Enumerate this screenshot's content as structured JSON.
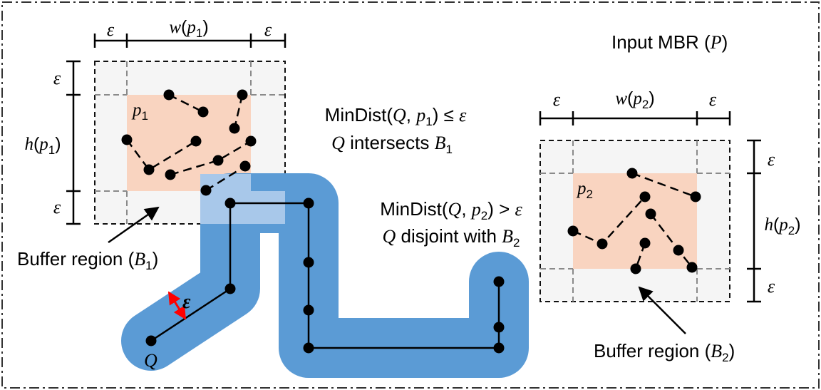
{
  "colors": {
    "buffer_fill": "#f5f5f5",
    "mbr_fill": "#f9d4c0",
    "query_buffer": "#5b9bd5",
    "query_buffer_overlap": "#a8c8ea",
    "epsilon_arrow": "#ff0000",
    "frame": "#333333"
  },
  "labels": {
    "input_mbr": "Input MBR (",
    "input_mbr_p": "P",
    "input_mbr_close": ")",
    "epsilon": "ε",
    "w_p1_w": "w",
    "w_p1_open": "(",
    "w_p1_p": "p",
    "w_p1_sub": "1",
    "w_p1_close": ")",
    "h_p1_h": "h",
    "h_p1_open": "(",
    "h_p1_p": "p",
    "h_p1_sub": "1",
    "h_p1_close": ")",
    "w_p2_w": "w",
    "w_p2_open": "(",
    "w_p2_p": "p",
    "w_p2_sub": "2",
    "w_p2_close": ")",
    "h_p2_h": "h",
    "h_p2_open": "(",
    "h_p2_p": "p",
    "h_p2_sub": "2",
    "h_p2_close": ")",
    "p1_p": "p",
    "p1_sub": "1",
    "p2_p": "p",
    "p2_sub": "2",
    "mindist1_a": "MinDist(",
    "mindist1_q": "Q",
    "mindist1_b": ", ",
    "mindist1_p": "p",
    "mindist1_sub": "1",
    "mindist1_c": ") ≤ ",
    "mindist1_eps": "ε",
    "intersect_q": "Q",
    "intersect_text": " intersects ",
    "intersect_b": "B",
    "intersect_sub": "1",
    "mindist2_a": "MinDist(",
    "mindist2_q": "Q",
    "mindist2_b": ", ",
    "mindist2_p": "p",
    "mindist2_sub": "2",
    "mindist2_c": ") > ",
    "mindist2_eps": "ε",
    "disjoint_q": "Q",
    "disjoint_text": " disjoint with ",
    "disjoint_b": "B",
    "disjoint_sub": "2",
    "buffer1_text": "Buffer region (",
    "buffer1_b": "B",
    "buffer1_sub": "1",
    "buffer1_close": ")",
    "buffer2_text": "Buffer region (",
    "buffer2_b": "B",
    "buffer2_sub": "2",
    "buffer2_close": ")",
    "query_label": "Q",
    "query_epsilon": "ε"
  }
}
